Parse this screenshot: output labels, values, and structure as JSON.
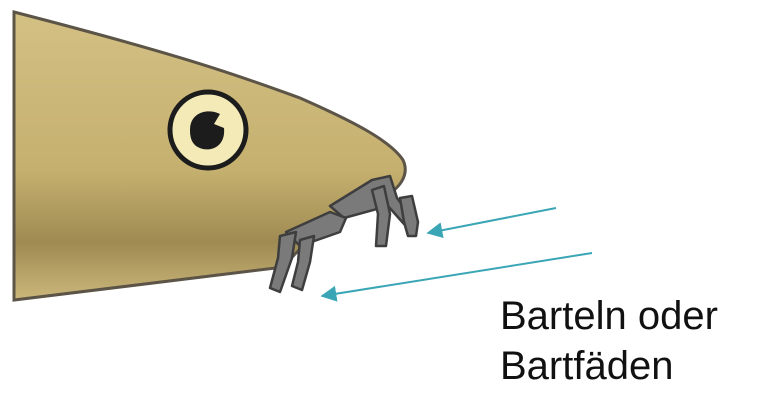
{
  "annotation": {
    "lines": [
      "Barteln oder",
      "Bartfäden"
    ]
  },
  "colors": {
    "head_fill": "#c8b474",
    "head_outline": "#5b5447",
    "barbel_fill": "#7a7a7a",
    "barbel_outline": "#3e3e3e",
    "arrow": "#3aa6b5",
    "eye_ring": "#f3eab8",
    "pupil": "#1c1c1c"
  },
  "icons": [
    "fish-head-illustration",
    "eye-icon",
    "barbel-icon",
    "arrow-icon"
  ]
}
